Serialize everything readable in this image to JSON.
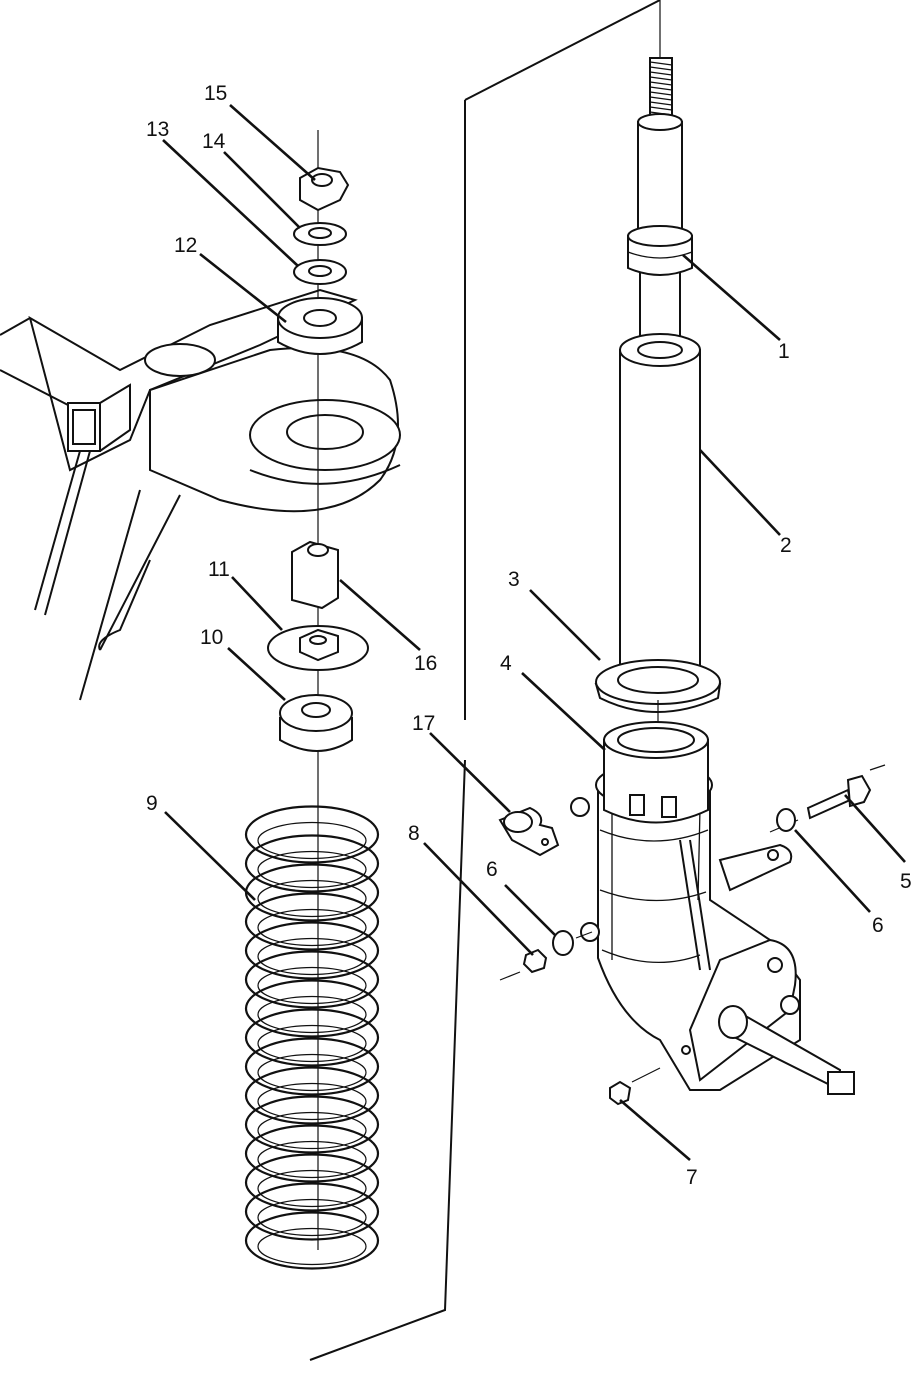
{
  "diagram": {
    "callouts": [
      "1",
      "2",
      "3",
      "4",
      "5",
      "6",
      "6",
      "7",
      "8",
      "9",
      "10",
      "11",
      "12",
      "13",
      "14",
      "15",
      "16",
      "17"
    ]
  }
}
